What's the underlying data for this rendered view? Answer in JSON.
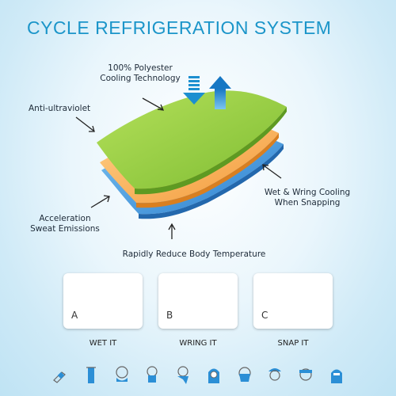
{
  "title": "CYCLE REFRIGERATION SYSTEM",
  "labels": {
    "polyester": [
      "100% Polyester",
      "Cooling Technology"
    ],
    "uv": "Anti-ultraviolet",
    "wet_wring": [
      "Wet & Wring Cooling",
      "When Snapping"
    ],
    "sweat": [
      "Acceleration",
      "Sweat Emissions"
    ],
    "body_temp": "Rapidly Reduce Body Temperature"
  },
  "steps": [
    {
      "letter": "A",
      "caption": "WET IT"
    },
    {
      "letter": "B",
      "caption": "WRING IT"
    },
    {
      "letter": "C",
      "caption": "SNAP IT"
    }
  ],
  "usage_icons": [
    "wrist-icon",
    "towel-icon",
    "head-icon",
    "neck-gaiter-icon",
    "scarf-icon",
    "hood-icon",
    "face-mask-icon",
    "bandana-icon",
    "headband-icon",
    "balaclava-icon"
  ],
  "colors": {
    "title": "#1b95c9",
    "green_layer": "#8dc63f",
    "orange_layer": "#f7a54a",
    "blue_layer": "#3a8fd6",
    "arrow_blue": "#1c8fd0"
  }
}
